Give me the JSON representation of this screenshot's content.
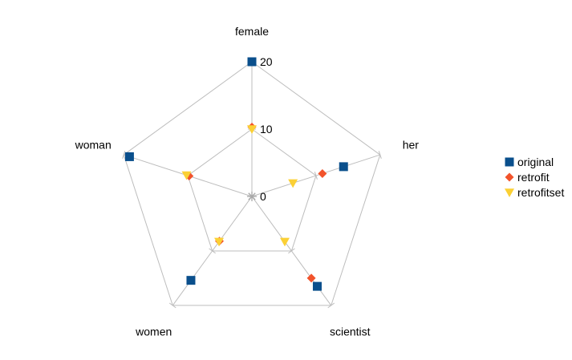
{
  "chart_data": {
    "type": "radar",
    "axes": [
      "female",
      "her",
      "scientist",
      "women",
      "woman"
    ],
    "ticks": [
      "0",
      "10",
      "20"
    ],
    "range": [
      0,
      20
    ],
    "series": [
      {
        "name": "original",
        "color": "#0a4f8c",
        "marker": "square",
        "values": [
          20,
          14.3,
          16.5,
          15.4,
          19.1
        ]
      },
      {
        "name": "retrofit",
        "color": "#f2532b",
        "marker": "diamond",
        "values": [
          10.3,
          11.0,
          15.0,
          8.2,
          9.8
        ]
      },
      {
        "name": "retrofitset",
        "color": "#fbd035",
        "marker": "triangle-down",
        "values": [
          10.0,
          6.4,
          8.3,
          8.3,
          10.2
        ]
      }
    ],
    "grid": true,
    "legend_position": "right"
  }
}
